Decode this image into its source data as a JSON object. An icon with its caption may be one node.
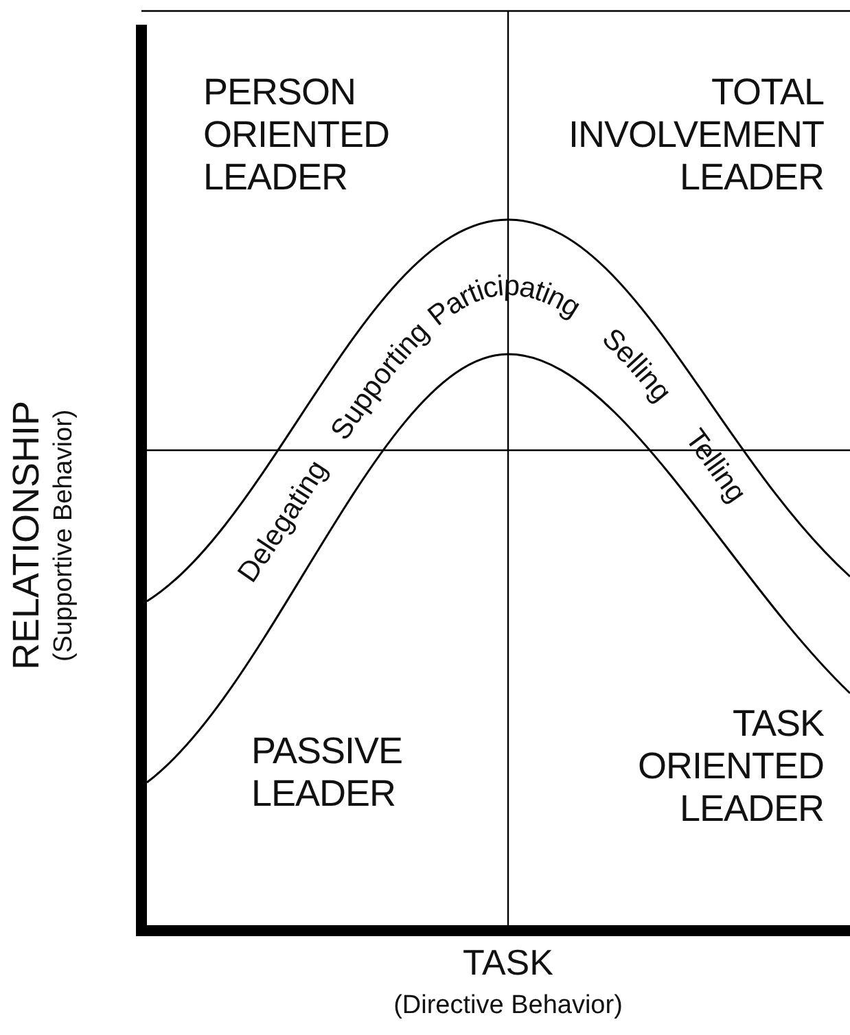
{
  "diagram": {
    "labels": [
      "PERSON ORIENTED LEADER",
      "TOTAL INVOLVEMENT LEADER",
      "Participating",
      "Supporting",
      "Selling",
      "Delegating",
      "Telling",
      "RELATIONSHIP",
      "(Supportive Behavior)",
      "PASSIVE LEADER",
      "TASK ORIENTED LEADER",
      "TASK",
      "(Directive Behavior)"
    ]
  }
}
